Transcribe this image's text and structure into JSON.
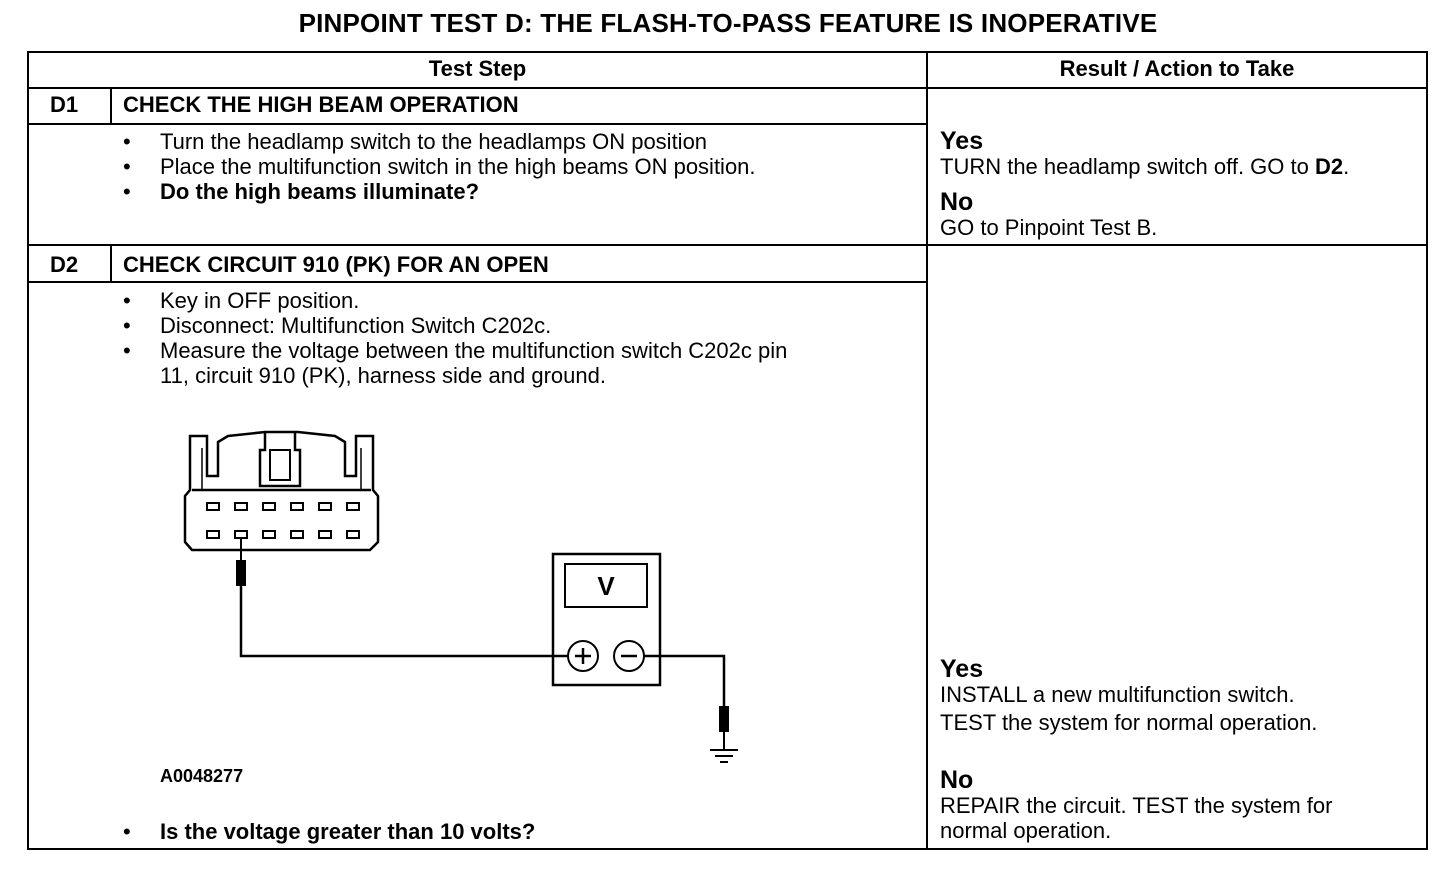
{
  "title": "PINPOINT TEST  D: THE FLASH-TO-PASS FEATURE IS INOPERATIVE",
  "headers": {
    "step": "Test Step",
    "result": "Result / Action to Take"
  },
  "steps": [
    {
      "id": "D1",
      "heading": "CHECK THE HIGH BEAM OPERATION",
      "bullets": [
        "Turn the headlamp switch to the headlamps ON position",
        "Place the multifunction switch in the high beams ON position."
      ],
      "question": "Do the high beams illuminate?",
      "yes_label": "Yes",
      "yes_text_prefix": "TURN the headlamp switch off. GO to ",
      "yes_text_ref": "D2",
      "yes_text_suffix": ".",
      "no_label": "No",
      "no_text": "GO to Pinpoint Test B."
    },
    {
      "id": "D2",
      "heading": "CHECK CIRCUIT 910 (PK) FOR AN OPEN",
      "bullets": [
        "Key in OFF position.",
        "Disconnect: Multifunction Switch C202c.",
        "Measure the voltage between the multifunction switch C202c pin",
        "11, circuit 910 (PK), harness side and ground."
      ],
      "question": "Is the voltage greater than 10 volts?",
      "figure_id": "A0048277",
      "meter_label": "V",
      "yes_label": "Yes",
      "yes_lines": [
        "INSTALL a new multifunction switch.",
        "TEST the  system for normal operation."
      ],
      "no_label": "No",
      "no_lines": [
        "REPAIR the circuit. TEST the system for",
        "normal operation."
      ]
    }
  ],
  "bullet_glyph": "•"
}
